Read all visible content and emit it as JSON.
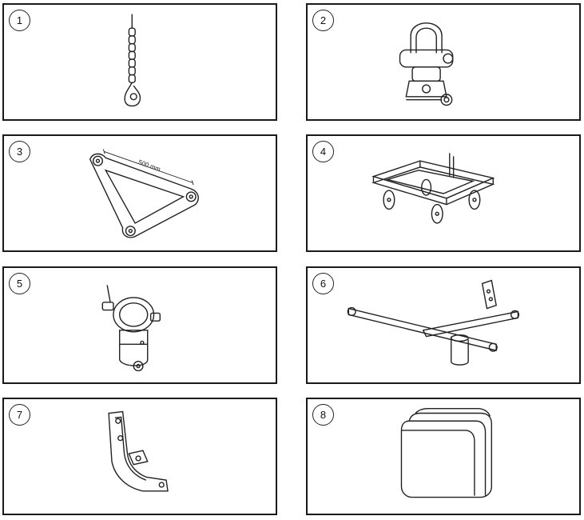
{
  "items": [
    {
      "number": "1",
      "icon": "chain-hook-icon"
    },
    {
      "number": "2",
      "icon": "shackle-icon"
    },
    {
      "number": "3",
      "icon": "triangle-bracket-icon",
      "dimension_label": "500 mm"
    },
    {
      "number": "4",
      "icon": "caster-dolly-icon"
    },
    {
      "number": "5",
      "icon": "pipe-clamp-icon"
    },
    {
      "number": "6",
      "icon": "tripod-stand-adapter-icon"
    },
    {
      "number": "7",
      "icon": "angled-bracket-icon"
    },
    {
      "number": "8",
      "icon": "rain-cover-icon"
    }
  ]
}
